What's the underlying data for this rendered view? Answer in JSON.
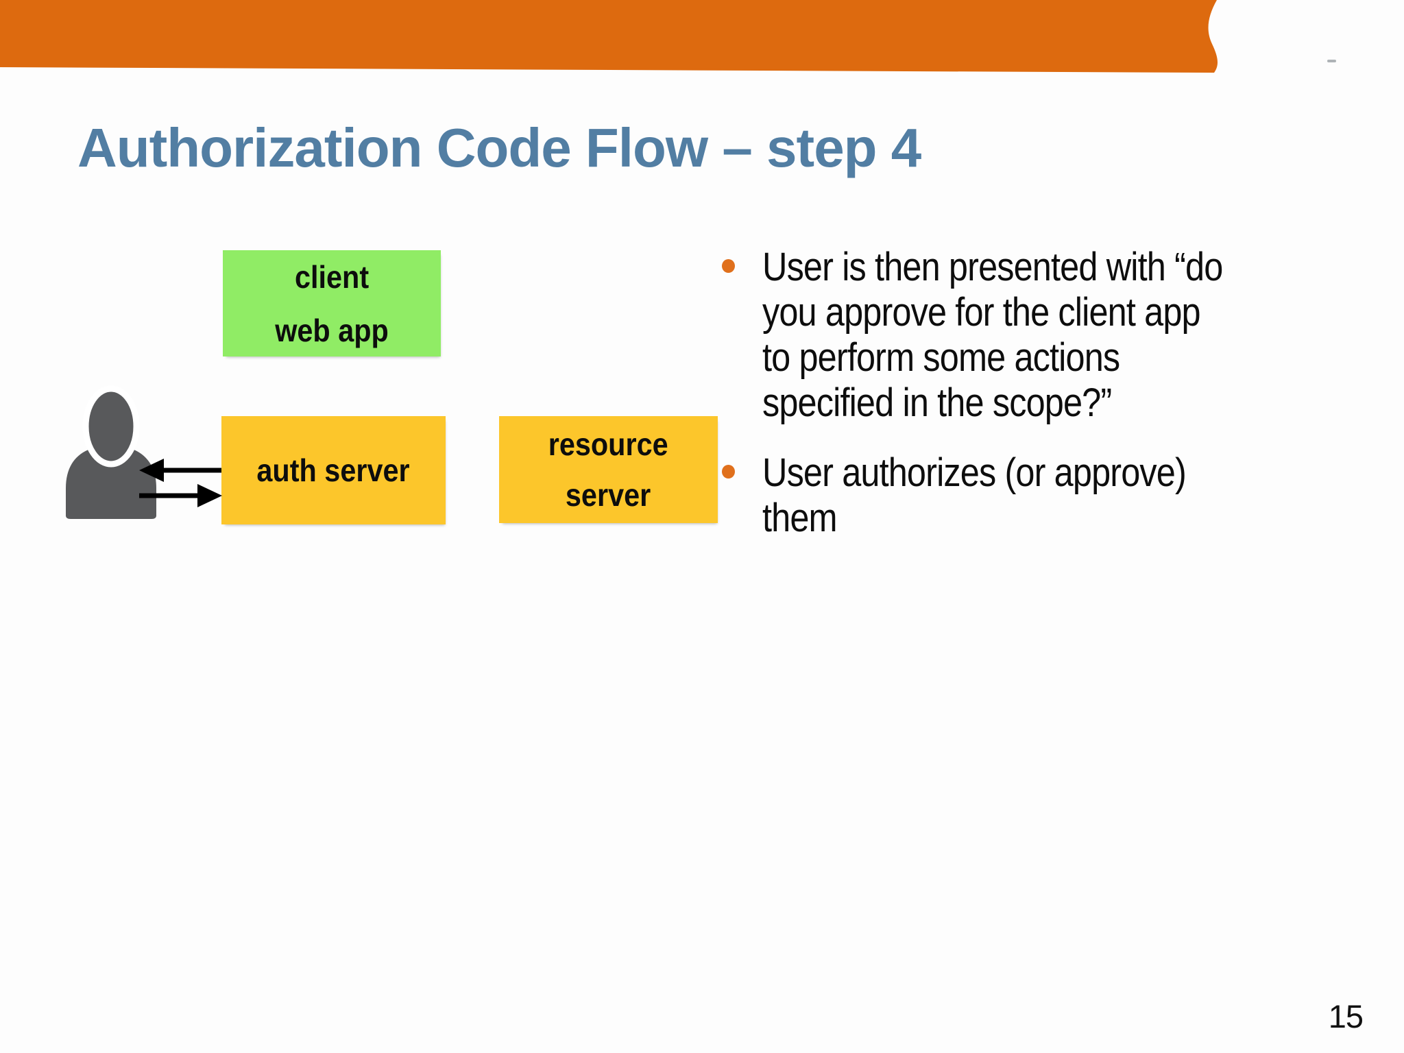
{
  "slide": {
    "title": "Authorization Code Flow – step 4",
    "page_number": "15"
  },
  "diagram": {
    "client_box": {
      "lines": [
        "client",
        "web app"
      ]
    },
    "auth_box": {
      "lines": [
        "auth server"
      ]
    },
    "resource_box": {
      "lines": [
        "resource",
        "server"
      ]
    },
    "user_icon": "person-silhouette",
    "arrows": [
      {
        "name": "auth-server-to-user",
        "direction": "left"
      },
      {
        "name": "user-to-auth-server",
        "direction": "right"
      }
    ]
  },
  "bullets": [
    {
      "lines": [
        "User is then presented with “do",
        "you approve for the client app",
        "to perform some actions",
        "specified in the scope?”"
      ]
    },
    {
      "lines": [
        "User authorizes (or approve)",
        "them"
      ]
    }
  ],
  "colors": {
    "banner_orange": "#DD6A0F",
    "bullet_orange": "#E0701C",
    "title_blue": "#527EA3",
    "box_green": "#90EC65",
    "box_yellow": "#FCC62B",
    "person_gray": "#58595B",
    "text_black": "#0D0D0D"
  }
}
